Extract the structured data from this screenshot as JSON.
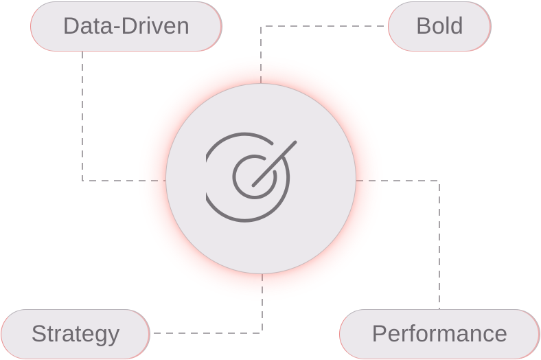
{
  "diagram": {
    "nodes": {
      "data_driven": "Data-Driven",
      "bold": "Bold",
      "strategy": "Strategy",
      "performance": "Performance"
    },
    "center_icon": "target-icon"
  },
  "colors": {
    "pill_fill": "#ebe8ec",
    "text": "#6d696f",
    "connector": "#8f8b90",
    "glow": "#f87a6e"
  }
}
